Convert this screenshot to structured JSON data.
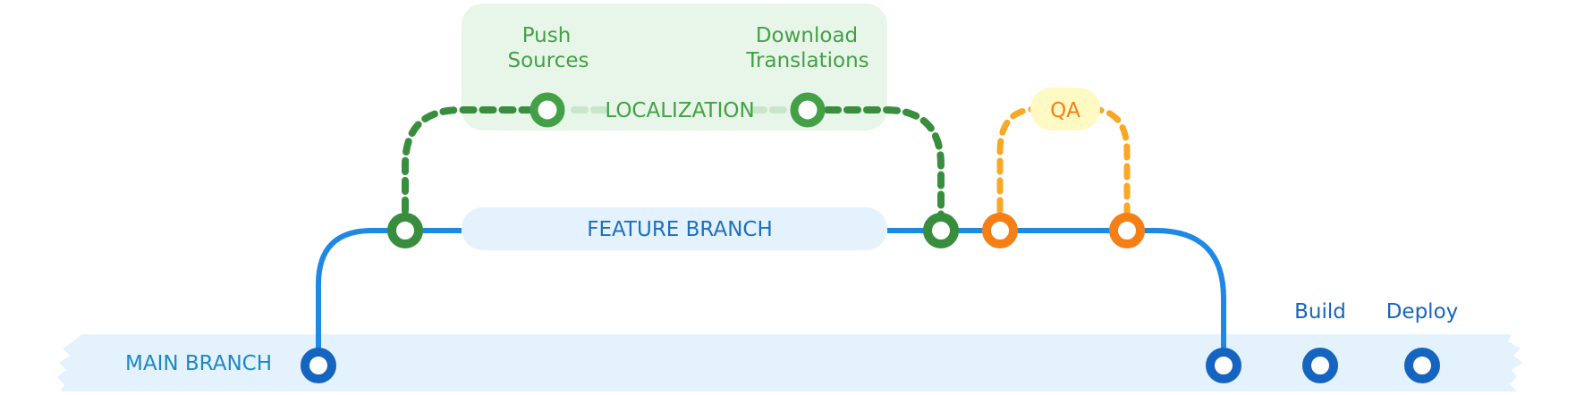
{
  "labels": {
    "main_branch": "MAIN BRANCH",
    "feature_branch": "FEATURE BRANCH",
    "localization": "LOCALIZATION",
    "push_sources_line1": "Push",
    "push_sources_line2": "Sources",
    "download_translations_line1": "Download",
    "download_translations_line2": "Translations",
    "qa": "QA",
    "build": "Build",
    "deploy": "Deploy"
  },
  "colors": {
    "main_blue_line": "#1E88E5",
    "main_blue_dark": "#1565C0",
    "main_band": "#E3F2FD",
    "feature_pill": "#E3F2FD",
    "feature_text": "#1E6FBF",
    "green_dark": "#388E3C",
    "green_box": "#E8F5E9",
    "green_faint": "#C8E6C9",
    "green_text": "#43A047",
    "orange": "#F57F17",
    "orange_line": "#F9A825",
    "qa_pill": "#FFF9C4"
  }
}
